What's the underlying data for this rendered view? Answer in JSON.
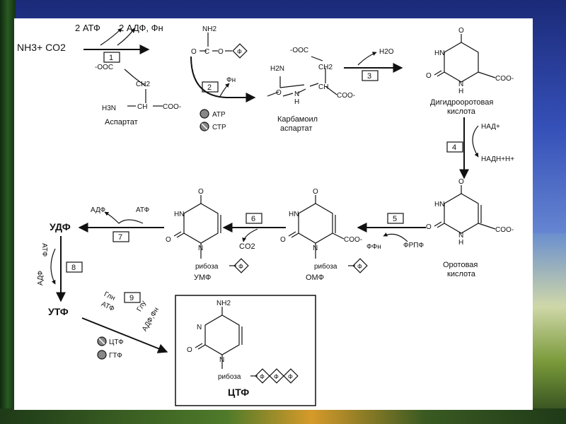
{
  "background": {
    "sky_color": "#3550b8",
    "slide_color": "#ffffff"
  },
  "reactants": {
    "nh3_co2": "NH3+ CO2",
    "atp_in": "2 АТФ",
    "adp_out": "2 АДФ, Фн"
  },
  "steps": {
    "s1": "1",
    "s2": "2",
    "s3": "3",
    "s4": "4",
    "s5": "5",
    "s6": "6",
    "s7": "7",
    "s8": "8",
    "s9": "9"
  },
  "carbamoyl_phosphate": {
    "nh2": "NH2",
    "c": "C",
    "o": "O",
    "phi": "Ф"
  },
  "aspartate": {
    "name": "Аспартат",
    "ooc": "-OOC",
    "ch2": "CH2",
    "ch": "CH",
    "coo": "COO-",
    "h3n": "H3N"
  },
  "step2": {
    "pi": "Фн",
    "atp": "АТР",
    "ctp": "СТР"
  },
  "carbamoyl_aspartate": {
    "name_line1": "Карбамоил",
    "name_line2": "аспартат",
    "h2n": "H2N",
    "ooc": "-OOC",
    "ch2": "CH2",
    "ch": "CH",
    "coo": "COO-",
    "n": "N",
    "h": "H",
    "o": "O"
  },
  "step3": {
    "water": "H2O"
  },
  "dihydroorotate": {
    "name_line1": "Дигидрооротовая",
    "name_line2": "кислота",
    "o": "O",
    "hn": "HN",
    "nh": "N",
    "h": "H",
    "coo": "COO-"
  },
  "step4": {
    "nad": "НАД+",
    "nadh": "НАДН+Н+"
  },
  "orotate": {
    "name_line1": "Оротовая",
    "name_line2": "кислота",
    "o": "O",
    "hn": "HN",
    "nh": "N",
    "h": "H",
    "coo": "COO-"
  },
  "step5": {
    "prpp": "ФРПФ",
    "ppi": "ФФн"
  },
  "omp": {
    "name": "ОМФ",
    "ribose": "рибоза",
    "o": "O",
    "hn": "HN",
    "n": "N",
    "coo": "COO-",
    "phi": "Ф"
  },
  "step6": {
    "co2": "CO2"
  },
  "ump": {
    "name": "УМФ",
    "ribose": "рибоза",
    "o": "O",
    "hn": "HN",
    "n": "N",
    "phi": "Ф"
  },
  "step7": {
    "adp": "АДФ",
    "atp": "АТФ"
  },
  "udp": {
    "name": "УДФ"
  },
  "step8": {
    "atp": "АТФ",
    "adp": "АДФ"
  },
  "utp": {
    "name": "УТФ"
  },
  "step9": {
    "gln": "Глн",
    "atp": "АТФ",
    "glu": "Глу",
    "adp_pi": "АДФ,Фн",
    "ctp_reg": "ЦТФ",
    "gtp_reg": "ГТФ"
  },
  "ctp": {
    "name": "ЦТФ",
    "nh2": "NH2",
    "n_ring": "N",
    "o": "O",
    "n": "N",
    "ribose": "рибоза",
    "phi1": "Ф",
    "phi2": "Ф",
    "phi3": "Ф"
  }
}
